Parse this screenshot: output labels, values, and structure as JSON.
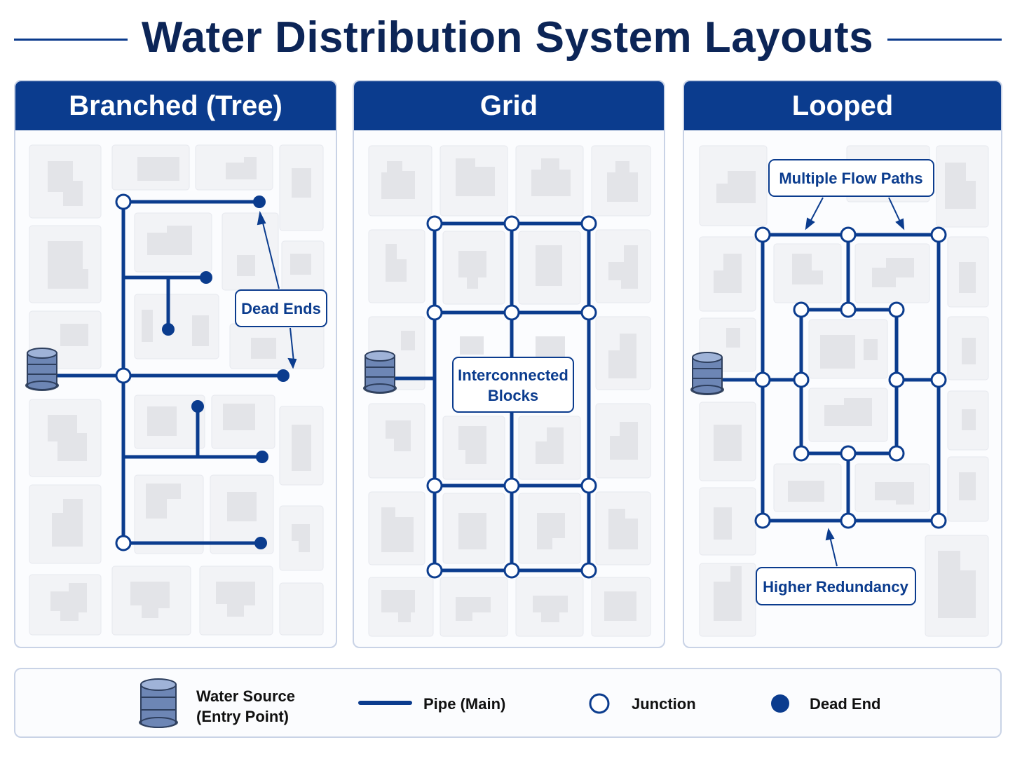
{
  "title": "Water Distribution System Layouts",
  "colors": {
    "pipe": "#0b3c8e",
    "header": "#0b3c8e",
    "dead_end": "#0b3c8e",
    "junction_fill": "#ffffff",
    "block": "#f2f3f6",
    "building": "#e3e4e8"
  },
  "panels": {
    "branched": {
      "heading": "Branched (Tree)",
      "callouts": {
        "dead_ends": "Dead Ends"
      }
    },
    "grid": {
      "heading": "Grid",
      "callouts": {
        "interconnected_line1": "Interconnected",
        "interconnected_line2": "Blocks"
      }
    },
    "looped": {
      "heading": "Looped",
      "callouts": {
        "multiple_flow_paths": "Multiple Flow Paths",
        "higher_redundancy": "Higher Redundancy"
      }
    }
  },
  "legend": {
    "water_source_line1": "Water Source",
    "water_source_line2": "(Entry Point)",
    "pipe": "Pipe (Main)",
    "junction": "Junction",
    "dead_end": "Dead End"
  },
  "icons": [
    "water-tank-icon",
    "junction-node-icon",
    "dead-end-node-icon",
    "pipe-line-icon"
  ]
}
